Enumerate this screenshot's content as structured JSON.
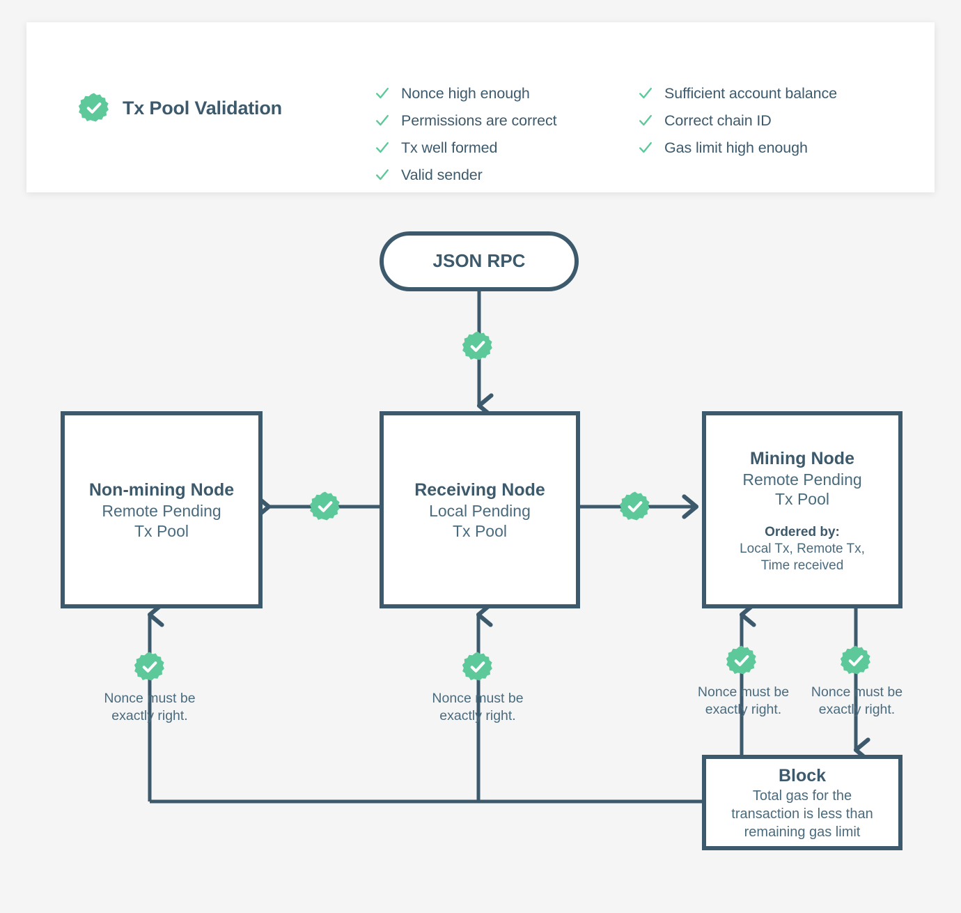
{
  "colors": {
    "background": "#f5f5f5",
    "panel": "#ffffff",
    "navy": "#3d5a6c",
    "green": "#5dc99a",
    "text_muted": "#4a6b7d"
  },
  "validation_panel": {
    "title": "Tx Pool Validation",
    "badge_icon": "check-badge-icon",
    "checklist_column_1": [
      "Nonce high enough",
      "Permissions are correct",
      "Tx well formed",
      "Valid sender"
    ],
    "checklist_column_2": [
      "Sufficient account balance",
      "Correct chain ID",
      "Gas limit high enough"
    ]
  },
  "diagram": {
    "nodes": {
      "json_rpc": {
        "title": "JSON RPC"
      },
      "non_mining_node": {
        "title": "Non-mining Node",
        "subtitle": "Remote Pending\nTx Pool"
      },
      "receiving_node": {
        "title": "Receiving Node",
        "subtitle": "Local Pending\nTx Pool"
      },
      "mining_node": {
        "title": "Mining Node",
        "subtitle": "Remote Pending\nTx Pool",
        "ordered_by_label": "Ordered by:",
        "ordered_by_value": "Local Tx, Remote Tx,\nTime received"
      },
      "block": {
        "title": "Block",
        "subtitle": "Total gas for the\ntransaction is less than\nremaining gas limit"
      }
    },
    "edge_labels": {
      "nonce_1": "Nonce must be\nexactly right.",
      "nonce_2": "Nonce must be\nexactly right.",
      "nonce_3": "Nonce must be\nexactly right.",
      "nonce_4": "Nonce must be\nexactly right."
    },
    "edge_badges": {
      "rpc_to_receiving": "check-badge-icon",
      "receiving_to_non_mining": "check-badge-icon",
      "receiving_to_mining": "check-badge-icon",
      "non_mining_feedback": "check-badge-icon",
      "receiving_feedback": "check-badge-icon",
      "mining_feedback": "check-badge-icon",
      "mining_to_block": "check-badge-icon"
    }
  }
}
